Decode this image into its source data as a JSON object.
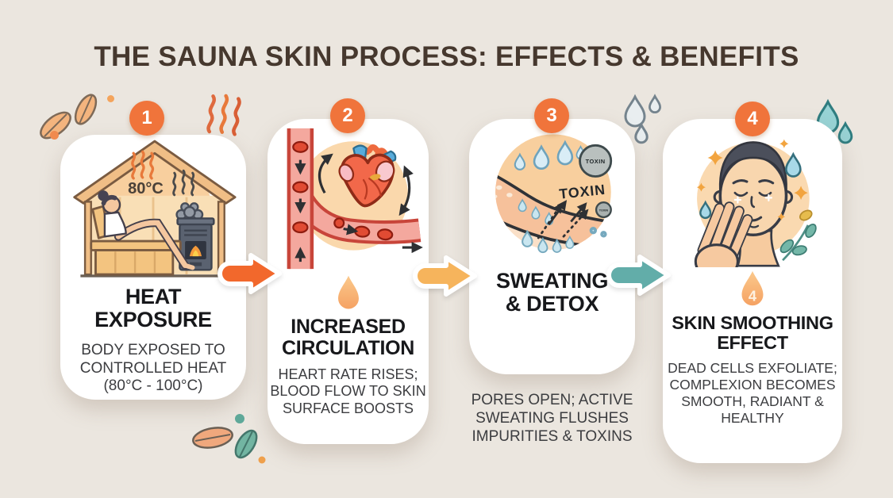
{
  "title": "THE SAUNA SKIN PROCESS: EFFECTS & BENEFITS",
  "colors": {
    "background": "#EBE6DF",
    "card": "#FFFFFF",
    "badge": "#F0743B",
    "title_text": "#46382E",
    "card_title_text": "#17181B",
    "body_text": "#3C3D40",
    "arrow_1": "#F2682C",
    "arrow_2": "#F6B45C",
    "arrow_3": "#62ADA9"
  },
  "steps": [
    {
      "number": "1",
      "title": "HEAT\nEXPOSURE",
      "description": "BODY EXPOSED TO\nCONTROLLED HEAT\n(80°C - 100°C)",
      "illustration": "sauna-scene-icon",
      "temp_label": "80°C"
    },
    {
      "number": "2",
      "title": "INCREASED\nCIRCULATION",
      "description": "HEART RATE RISES;\nBLOOD FLOW TO SKIN\nSURFACE BOOSTS",
      "illustration": "heart-circulation-icon"
    },
    {
      "number": "3",
      "title": "SWEATING\n& DETOX",
      "description": "PORES OPEN; ACTIVE\nSWEATING FLUSHES\nIMPURITIES & TOXINS",
      "illustration": "sweating-skin-icon",
      "toxin_label": "TOXIN"
    },
    {
      "number": "4",
      "title": "SKIN SMOOTHING\nEFFECT",
      "description": "DEAD CELLS EXFOLIATE;\nCOMPLEXION BECOMES\nSMOOTH, RADIANT &\nHEALTHY",
      "illustration": "smooth-face-icon",
      "droplet_number": "4"
    }
  ],
  "decorations": [
    "leaves-icon",
    "heat-waves-icon",
    "water-drops-icon",
    "teal-drops-icon",
    "leaf-sprig-icon",
    "droplet-icon"
  ]
}
